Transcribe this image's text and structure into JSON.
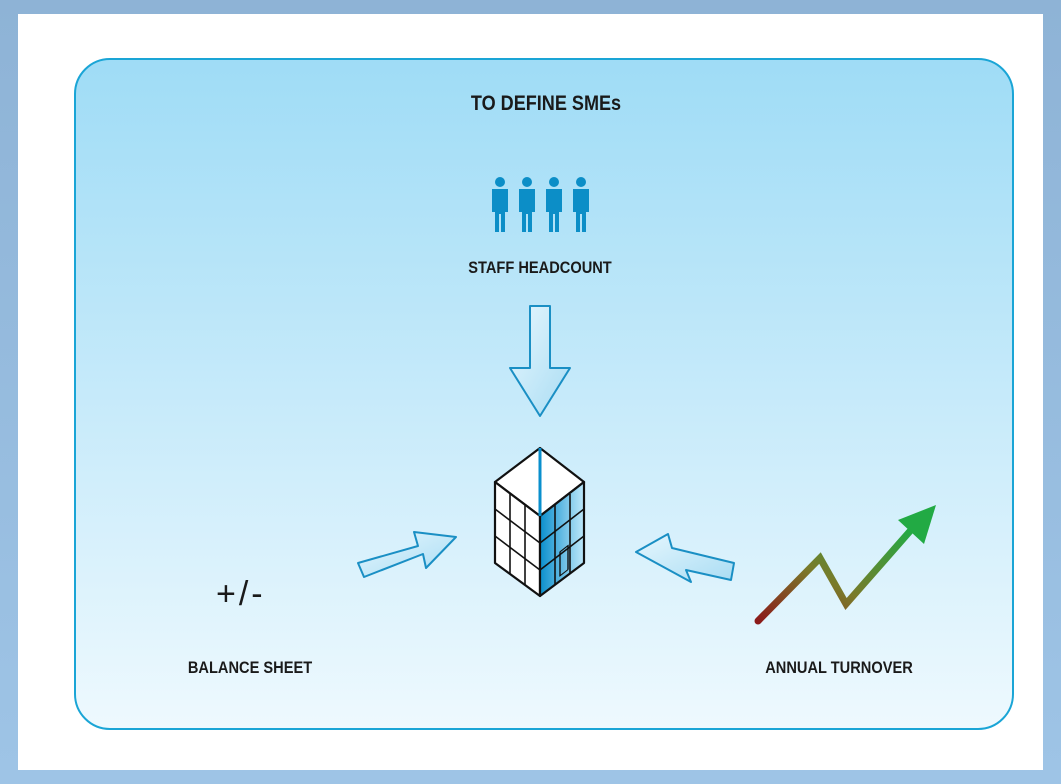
{
  "diagram": {
    "title": "TO DEFINE SMEs",
    "criteria": {
      "staff_headcount": "STAFF HEADCOUNT",
      "balance_sheet": "BALANCE SHEET",
      "balance_sheet_symbol": "+/-",
      "annual_turnover": "ANNUAL TURNOVER"
    },
    "icons": {
      "people": "people-icon",
      "building": "building-icon",
      "growth_chart": "growth-arrow-icon"
    },
    "colors": {
      "panel_border": "#1aa5d6",
      "people_fill": "#0c8ec7",
      "arrow_fill": "#cfeefb",
      "arrow_stroke": "#1a8fc4",
      "trend_start": "#8b1a1a",
      "trend_end": "#22aa44"
    }
  }
}
